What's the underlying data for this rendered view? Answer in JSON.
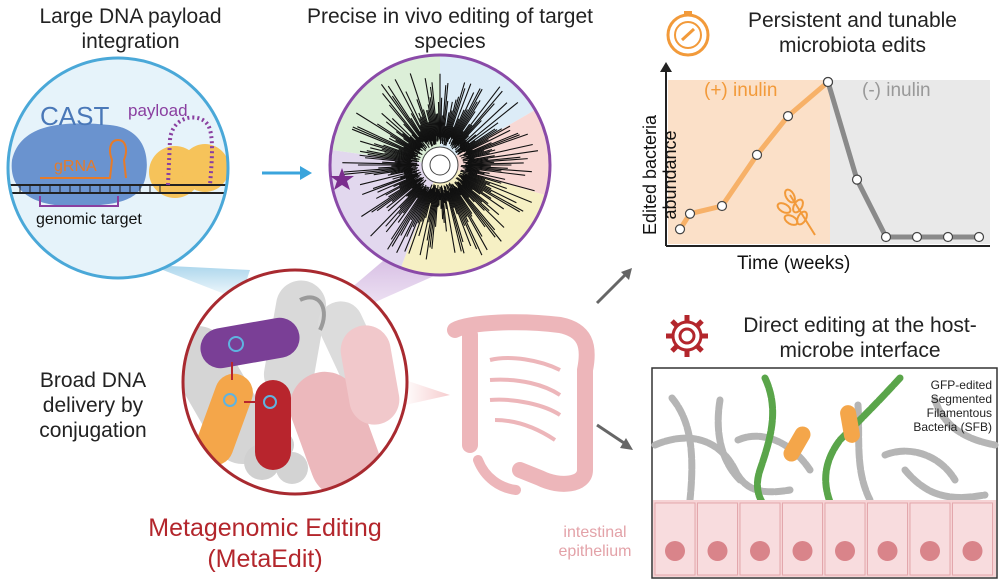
{
  "titles": {
    "left_title": "Large DNA payload integration",
    "mid_title": "Precise in vivo editing of target species",
    "top_right_title": "Persistent and tunable microbiota edits",
    "bottom_right_title": "Direct editing at the host-microbe interface",
    "broad_delivery": "Broad DNA delivery by conjugation",
    "metaedit_line1": "Metagenomic Editing",
    "metaedit_line2": "(MetaEdit)"
  },
  "cast_panel": {
    "cast_label": "CAST",
    "grna_label": "gRNA",
    "payload_label": "payload",
    "genomic_target_label": "genomic target"
  },
  "chart_data": {
    "type": "line",
    "xlabel": "Time (weeks)",
    "ylabel_line1": "Edited bacteria",
    "ylabel_line2": "abundance",
    "regions": [
      {
        "label": "(+) inulin",
        "color": "#fbe0c8",
        "text_color": "#f29a3a"
      },
      {
        "label": "(-) inulin",
        "color": "#e9e9e9",
        "text_color": "#999999"
      }
    ],
    "series": [
      {
        "values_plus": [
          0.05,
          0.15,
          0.2,
          0.53,
          0.78,
          1.0
        ],
        "values_minus": [
          1.0,
          0.37,
          0.0,
          0.0,
          0.0,
          0.0
        ]
      }
    ],
    "colors": {
      "plus": "#f7b168",
      "minus": "#8a8a8a"
    }
  },
  "sfb_panel": {
    "label_lines": [
      "GFP-edited",
      "Segmented",
      "Filamentous",
      "Bacteria (SFB)"
    ],
    "intestinal_line1": "intestinal",
    "intestinal_line2": "epithelium"
  },
  "icons": {
    "timer": "timer-icon",
    "gear": "gear-icon",
    "wheat": "wheat-icon",
    "star": "star-icon"
  },
  "colors": {
    "blue_outline": "#4aa8d8",
    "purple_outline": "#8a4aa8",
    "red_outline": "#a82a30",
    "metaedit_red": "#b3262c",
    "orange": "#f29a3a"
  }
}
